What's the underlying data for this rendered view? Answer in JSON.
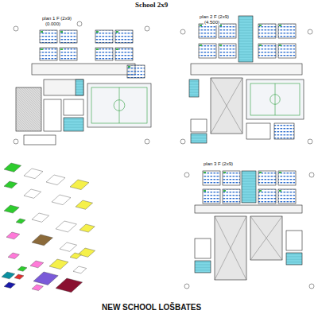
{
  "diagram": {
    "title": "School 2x9",
    "caption": "NEW SCHOOL LOŠBATES",
    "labels": [
      "plan 1 F (2x9)",
      "(0.000)",
      "plan 2 F (2x9)",
      "(4.500)",
      "plan 3 F (2x9)"
    ]
  }
}
